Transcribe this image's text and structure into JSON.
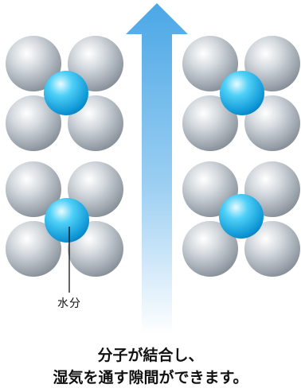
{
  "labels": {
    "water": "水分"
  },
  "caption": {
    "line1": "分子が結合し、",
    "line2": "湿気を通す隙間ができます。"
  },
  "colors": {
    "gray_molecule": "#a9b0b8",
    "blue_molecule": "#1fb2e8",
    "arrow_top": "#4aa7e6",
    "arrow_bottom": "#ffffff"
  }
}
